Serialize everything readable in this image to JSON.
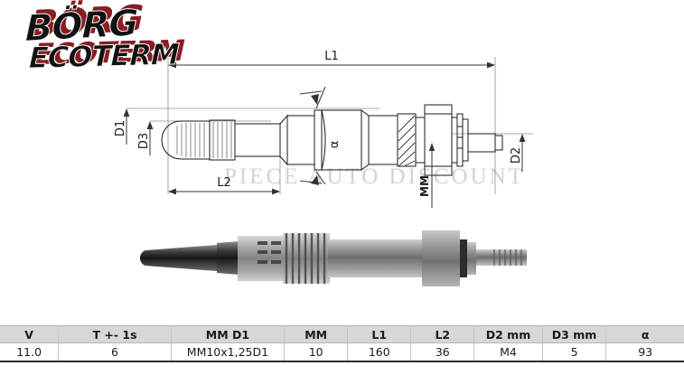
{
  "logo": {
    "line1": "BÖRG",
    "line2": "ECOTERM",
    "shadow_color": "#8a1c22",
    "front_color": "#111111"
  },
  "watermark": {
    "text": "PIECE AUTO DISCOUNT",
    "color": "#d2d2d2"
  },
  "drawing": {
    "title": "glow-plug-technical-drawing",
    "line_color": "#1a1a1a",
    "dimension_labels": {
      "L1": "L1",
      "L2": "L2",
      "D1": "D1",
      "D2": "D2",
      "D3": "D3",
      "MM": "MM",
      "alpha": "α"
    }
  },
  "photo": {
    "alt": "glow-plug-photograph"
  },
  "spec_table": {
    "headers": [
      "V",
      "T +- 1s",
      "MM D1",
      "MM",
      "L1",
      "L2",
      "D2 mm",
      "D3 mm",
      "α"
    ],
    "rows": [
      [
        "11.0",
        "6",
        "MM10x1,25D1",
        "10",
        "160",
        "36",
        "M4",
        "5",
        "93"
      ]
    ]
  },
  "chart_data": {
    "type": "table",
    "title": "Glow plug specification",
    "categories": [
      "V",
      "T +- 1s",
      "MM D1",
      "MM",
      "L1",
      "L2",
      "D2 mm",
      "D3 mm",
      "α"
    ],
    "values": [
      "11.0",
      "6",
      "MM10x1,25D1",
      "10",
      "160",
      "36",
      "M4",
      "5",
      "93"
    ]
  }
}
